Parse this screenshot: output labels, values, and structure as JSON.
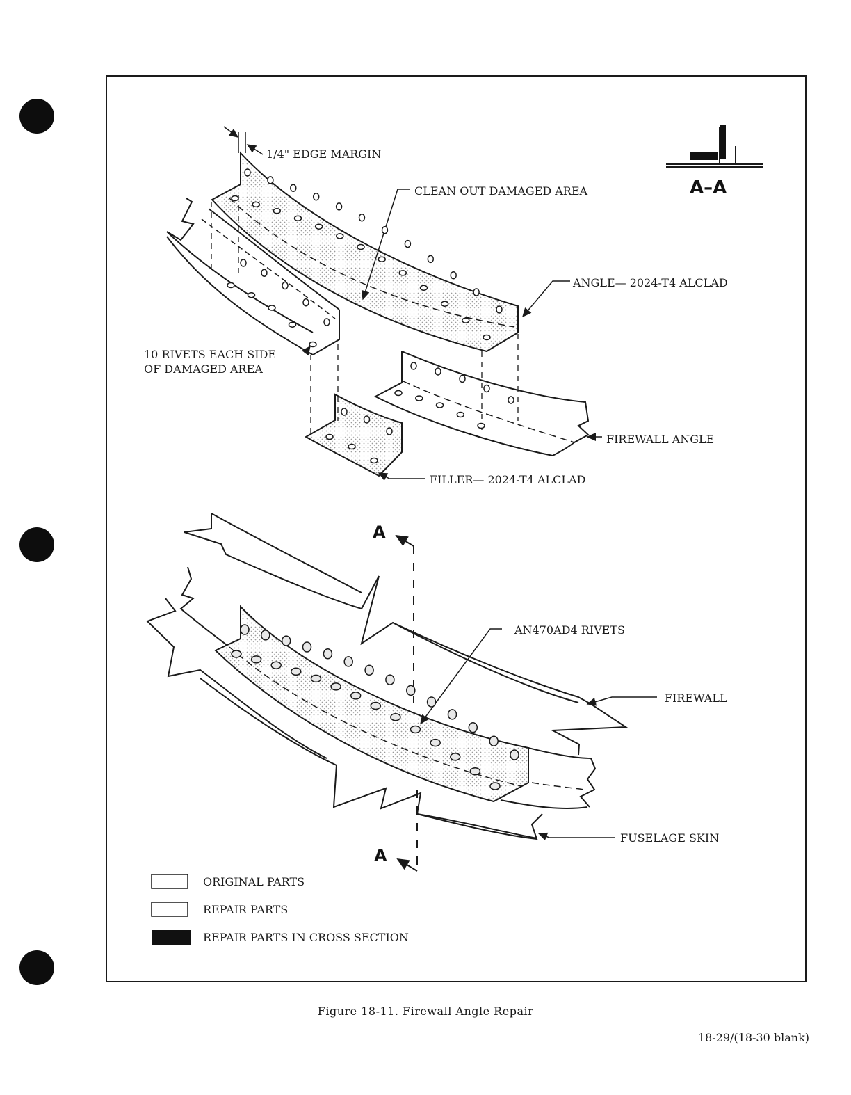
{
  "labels": {
    "edge_margin": "1/4\" EDGE MARGIN",
    "clean_out": "CLEAN OUT DAMAGED AREA",
    "angle": "ANGLE— 2024-T4 ALCLAD",
    "rivets_line1": "10 RIVETS EACH SIDE",
    "rivets_line2": "OF DAMAGED AREA",
    "firewall_angle": "FIREWALL ANGLE",
    "filler": "FILLER— 2024-T4 ALCLAD",
    "an470": "AN470AD4 RIVETS",
    "firewall": "FIREWALL",
    "fuselage_skin": "FUSELAGE SKIN",
    "section_a": "A",
    "section_aa": "A–A"
  },
  "legend": [
    {
      "text": "ORIGINAL PARTS",
      "swatch": "outline"
    },
    {
      "text": "REPAIR PARTS",
      "swatch": "outline"
    },
    {
      "text": "REPAIR PARTS IN CROSS SECTION",
      "swatch": "solid"
    }
  ],
  "caption": "Figure 18-11.  Firewall Angle Repair",
  "page_number": "18-29/(18-30 blank)",
  "colors": {
    "ink": "#1a1a1a",
    "stipple": "#c8c8c8",
    "paper": "#ffffff"
  }
}
